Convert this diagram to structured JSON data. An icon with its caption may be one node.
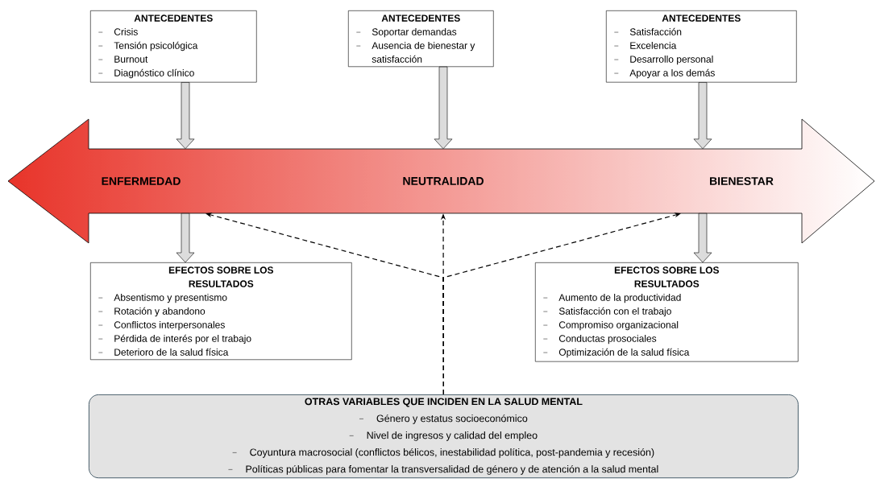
{
  "diagram": {
    "nodes": [
      {
        "text": [
          "ANTECEDENTES",
          "Crisis",
          "Tensión psicológica",
          "Burnout",
          "Diagnóstico clínico"
        ]
      },
      {
        "text": [
          "ANTECEDENTES",
          "Soportar demandas",
          "Ausencia de bienestar y satisfacción"
        ]
      },
      {
        "text": [
          "ANTECEDENTES",
          "Satisfacción",
          "Excelencia",
          "Desarrollo personal",
          "Apoyar a los demás"
        ]
      },
      {
        "text": [
          "ENFERMEDAD",
          "NEUTRALIDAD",
          "BIENESTAR"
        ]
      },
      {
        "text": [
          "EFECTOS SOBRE LOS RESULTADOS",
          "Absentismo y presentismo",
          "Rotación y abandono",
          "Conflictos interpersonales",
          "Pérdida de interés por el trabajo",
          "Deterioro de la salud física"
        ]
      },
      {
        "text": [
          "EFECTOS SOBRE LOS RESULTADOS",
          "Aumento de la productividad",
          "Satisfacción con el trabajo",
          "Compromiso organizacional",
          "Conductas prosociales",
          "Optimización de la salud física"
        ]
      },
      {
        "text": [
          "OTRAS VARIABLES QUE INCIDEN EN LA SALUD MENTAL",
          "Género y estatus socioeconómico",
          "Nivel de ingresos y calidad del empleo",
          "Coyuntura macrosocial (conflictos bélicos, inestabilidad política, post-pandemia y recesión)",
          "Políticas públicas para fomentar la transversalidad de género y de atención a la salud mental"
        ]
      }
    ],
    "edges": [
      {
        "from": 0,
        "to": 3,
        "arrow": "to"
      },
      {
        "from": 1,
        "to": 3,
        "arrow": "to"
      },
      {
        "from": 2,
        "to": 3,
        "arrow": "to"
      },
      {
        "from": 3,
        "to": 4,
        "arrow": "to"
      },
      {
        "from": 3,
        "to": 5,
        "arrow": "to"
      },
      {
        "from": 6,
        "to": 3,
        "arrow": "to",
        "style": "dashed"
      },
      {
        "from": 6,
        "to": 3,
        "arrow": "to",
        "style": "dashed"
      },
      {
        "from": 6,
        "to": 3,
        "arrow": "to",
        "style": "dashed"
      }
    ]
  }
}
